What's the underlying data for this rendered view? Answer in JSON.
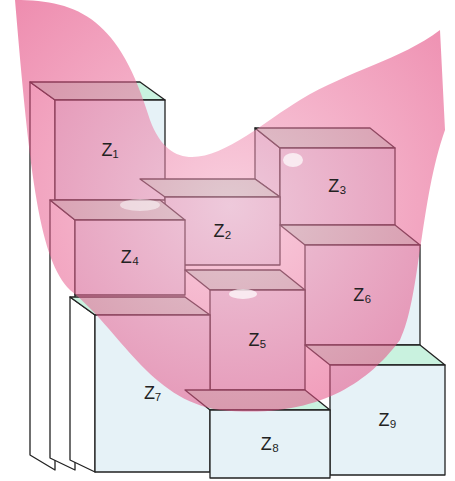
{
  "diagram": {
    "nodes": [
      {
        "text": [
          "Z₁"
        ]
      },
      {
        "text": [
          "Z₂"
        ]
      },
      {
        "text": [
          "Z₃"
        ]
      },
      {
        "text": [
          "Z₄"
        ]
      },
      {
        "text": [
          "Z₅"
        ]
      },
      {
        "text": [
          "Z₆"
        ]
      },
      {
        "text": [
          "Z₇"
        ]
      },
      {
        "text": [
          "Z₈"
        ]
      },
      {
        "text": [
          "Z₉"
        ]
      }
    ]
  }
}
